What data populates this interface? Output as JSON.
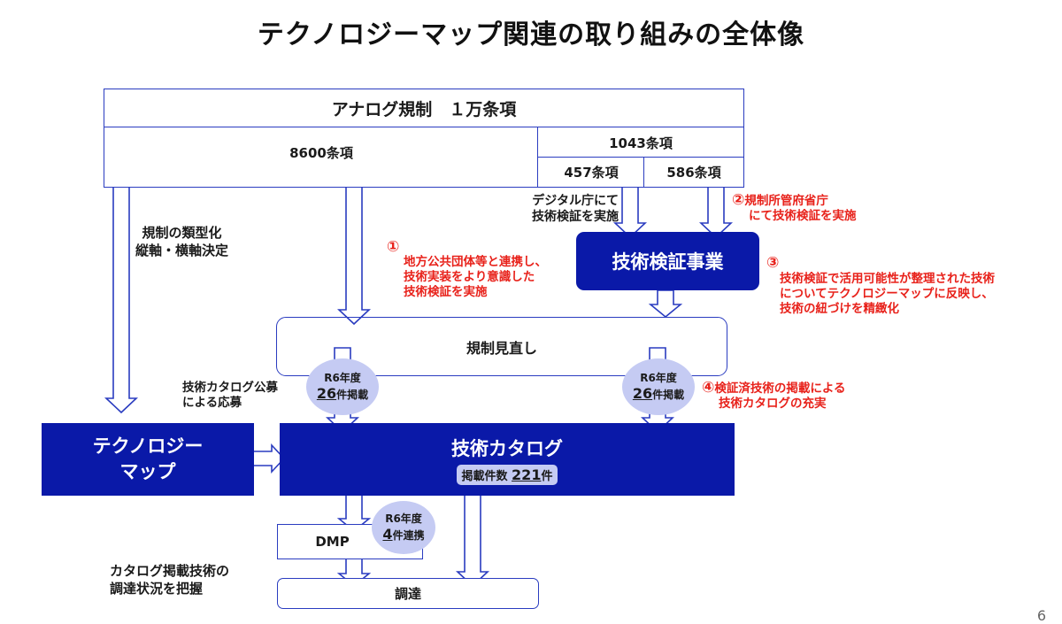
{
  "title": "テクノロジーマップ関連の取り組みの全体像",
  "top_box": {
    "header": "アナログ規制　１万条項",
    "left": "8600条項",
    "right_header": "1043条項",
    "right_a": "457条項",
    "right_b": "586条項"
  },
  "labels": {
    "digital_agency": [
      "デジタル庁にて",
      "技術検証を実施"
    ],
    "typology": [
      "規制の類型化",
      "縦軸・横軸決定"
    ],
    "catalog_apply": [
      "技術カタログ公募",
      "による応募"
    ],
    "procurement_status": [
      "カタログ掲載技術の",
      "調達状況を把握"
    ]
  },
  "notes": {
    "n1_marker": "①",
    "n1": [
      "地方公共団体等と連携し、",
      "技術実装をより意識した",
      "技術検証を実施"
    ],
    "n2_marker": "②",
    "n2": [
      "規制所管府省庁",
      "にて技術検証を実施"
    ],
    "n3_marker": "③",
    "n3": [
      "技術検証で活用可能性が整理された技術",
      "についてテクノロジーマップに反映し、",
      "技術の紐づけを精緻化"
    ],
    "n4_marker": "④",
    "n4": [
      "検証済技術の掲載による",
      "技術カタログの充実"
    ]
  },
  "nodes": {
    "verification": "技術検証事業",
    "review": "規制見直し",
    "techmap": [
      "テクノロジー",
      "マップ"
    ],
    "catalog": "技術カタログ",
    "catalog_count_prefix": "掲載件数 ",
    "catalog_count": "221",
    "catalog_count_suffix": "件",
    "dmp": "DMP",
    "procurement": "調達"
  },
  "bubbles": {
    "left": {
      "year": "R6年度",
      "num": "26",
      "suffix": "件掲載"
    },
    "right": {
      "year": "R6年度",
      "num": "26",
      "suffix": "件掲載"
    },
    "dmp": {
      "year": "R6年度",
      "num": "4",
      "suffix": "件連携"
    }
  },
  "colors": {
    "navy": "#0a19a8",
    "outline": "#2a3cc0",
    "note_red": "#e8221b",
    "bubble": "#c5cbf3"
  },
  "page_number": "6"
}
